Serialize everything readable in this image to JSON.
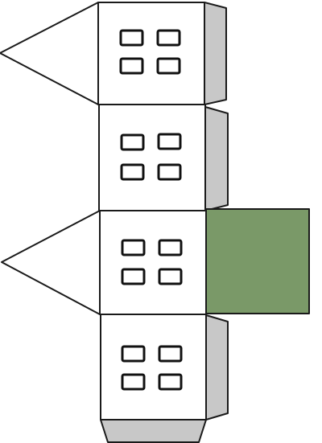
{
  "colors": {
    "background": "#ffffff",
    "wall": "#ffffff",
    "outline": "#1a1a1a",
    "tab": "#c8c8c8",
    "roof": "#7a9968",
    "window_frame": "#111111"
  },
  "diagram": {
    "kind": "papercraft-house-net",
    "panels": [
      {
        "name": "wall-panel-1",
        "windows": 4,
        "left_gable": true,
        "glue_tab": true
      },
      {
        "name": "wall-panel-2",
        "windows": 4,
        "left_gable": false,
        "glue_tab": true
      },
      {
        "name": "wall-panel-3",
        "windows": 4,
        "left_gable": true,
        "glue_tab": false,
        "roof_panel": true
      },
      {
        "name": "wall-panel-4",
        "windows": 4,
        "left_gable": false,
        "glue_tab": true,
        "bottom_tab": true
      }
    ]
  }
}
